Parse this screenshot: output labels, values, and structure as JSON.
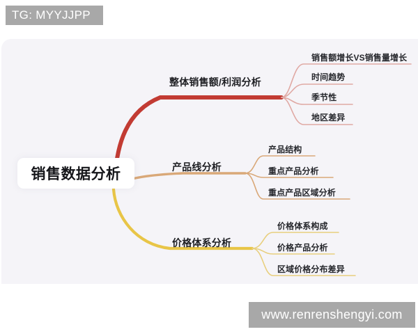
{
  "watermarks": {
    "top_left": "TG: MYYJJPP",
    "bottom_right": "www.renrenshengyi.com"
  },
  "colors": {
    "canvas": "#f5f4f8",
    "page": "#ffffff",
    "root_text": "#15161a",
    "branch_red": "#c23b33",
    "branch_orange": "#d9a878",
    "branch_yellow": "#e8c547",
    "leaf_red": "#e0a9a4",
    "leaf_orange": "#d9a878",
    "leaf_yellow": "#e8cf7e",
    "watermark_bg": "#a8a8a8",
    "watermark_text": "#ffffff"
  },
  "mindmap": {
    "root": {
      "label": "销售数据分析"
    },
    "branches": [
      {
        "label": "整体销售额/利润分析",
        "color": "#c23b33",
        "leaf_color": "#e0a9a4",
        "leaves": [
          "销售额增长VS销售量增长",
          "时间趋势",
          "季节性",
          "地区差异"
        ]
      },
      {
        "label": "产品线分析",
        "color": "#d9a878",
        "leaf_color": "#d9a878",
        "leaves": [
          "产品结构",
          "重点产品分析",
          "重点产品区域分析"
        ]
      },
      {
        "label": "价格体系分析",
        "color": "#e8c547",
        "leaf_color": "#e8cf7e",
        "leaves": [
          "价格体系构成",
          "价格产品分析",
          "区域价格分布差异"
        ]
      }
    ]
  }
}
